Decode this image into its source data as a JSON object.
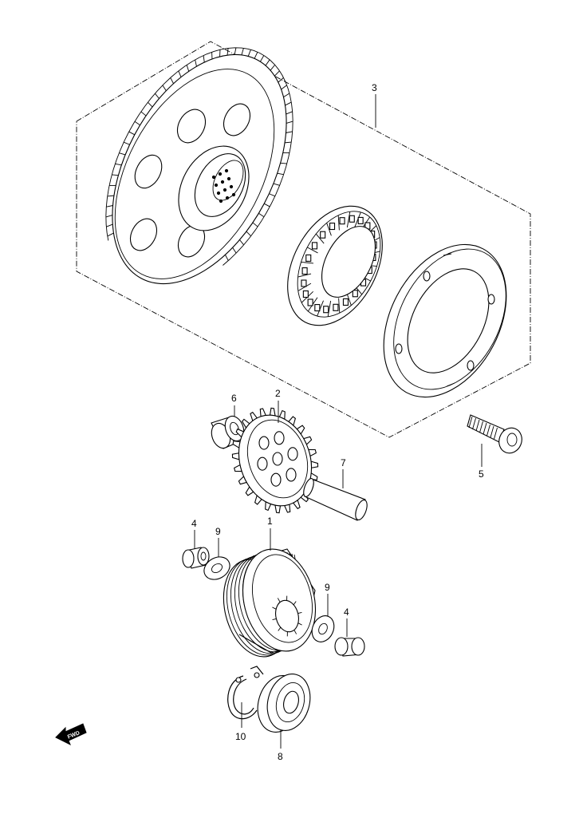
{
  "callouts": [
    {
      "id": "1",
      "text": "1"
    },
    {
      "id": "2",
      "text": "2"
    },
    {
      "id": "3",
      "text": "3"
    },
    {
      "id": "4a",
      "text": "4"
    },
    {
      "id": "4b",
      "text": "4"
    },
    {
      "id": "5",
      "text": "5"
    },
    {
      "id": "6",
      "text": "6"
    },
    {
      "id": "7",
      "text": "7"
    },
    {
      "id": "8",
      "text": "8"
    },
    {
      "id": "9a",
      "text": "9"
    },
    {
      "id": "9b",
      "text": "9"
    },
    {
      "id": "10",
      "text": "10"
    }
  ],
  "direction_arrow": {
    "text": "FWD",
    "icon": "forward-arrow-icon"
  }
}
